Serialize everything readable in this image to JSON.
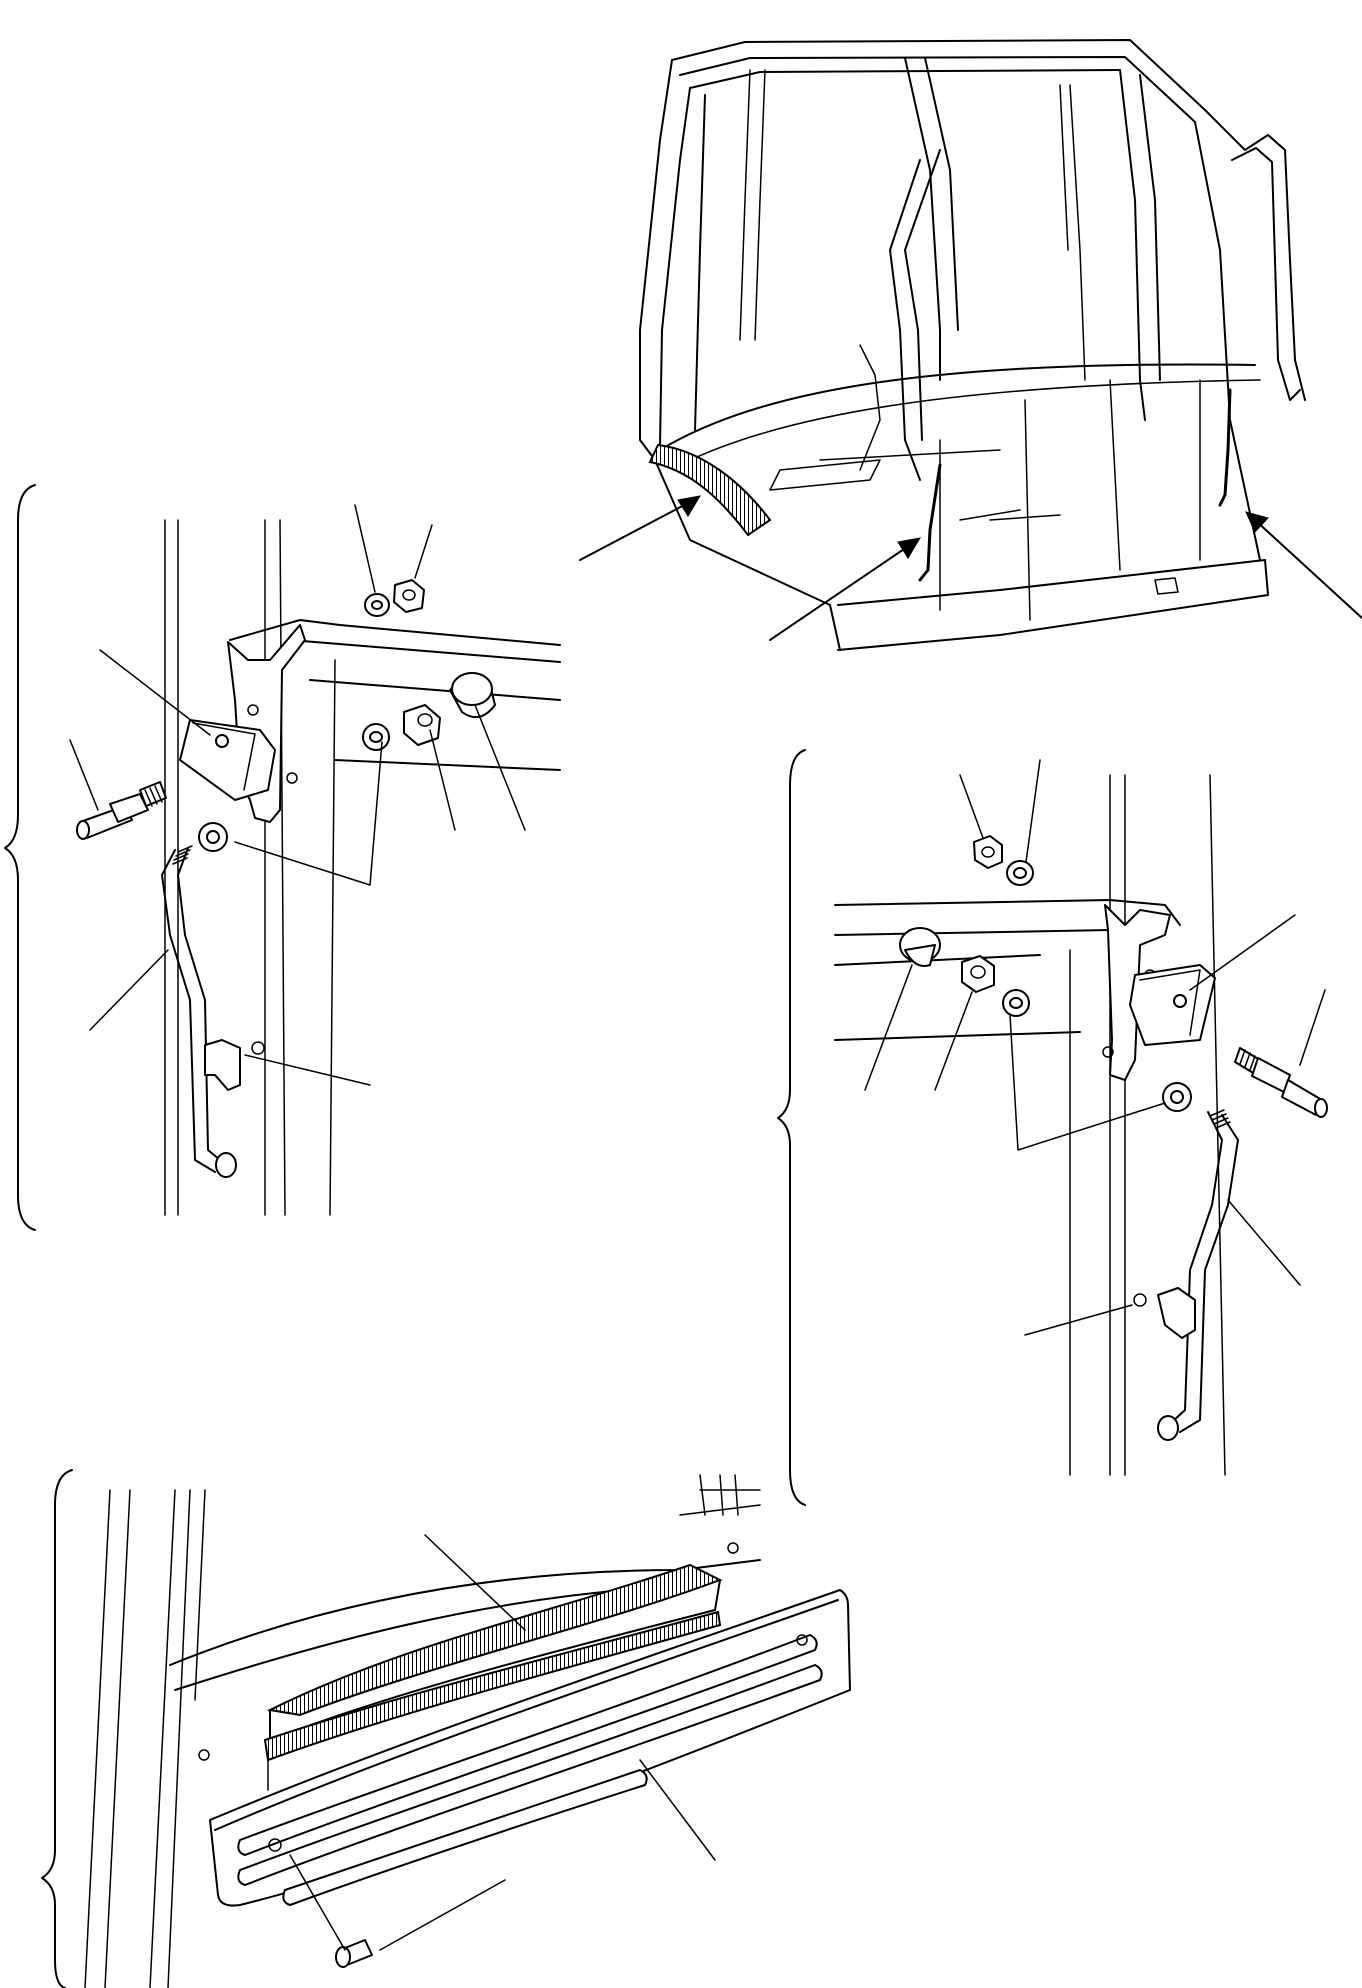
{
  "caption_fragment": "( )",
  "views": {
    "cab_overview": "cab-overview",
    "left_hook_detail": "left-door-hook-detail",
    "right_hook_detail": "right-door-hook-detail",
    "filter_detail": "air-filter-detail"
  }
}
